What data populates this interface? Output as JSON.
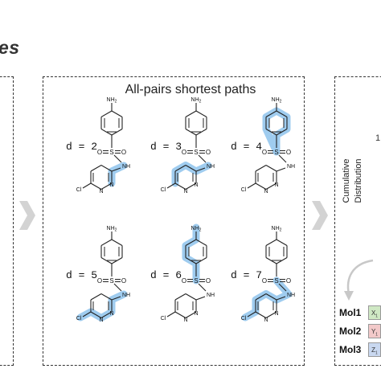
{
  "heading_fragment": "es",
  "panel_title": "All-pairs shortest paths",
  "molecule_atoms": {
    "amine": "NH",
    "amine_sub": "2",
    "sulfur": "S",
    "oxygen": "O",
    "linker_nh": "NH",
    "nitrogen": "N",
    "chlorine": "Cl"
  },
  "distance_panels": [
    {
      "label": "d = 2"
    },
    {
      "label": "d = 3"
    },
    {
      "label": "d = 4"
    },
    {
      "label": "d = 5"
    },
    {
      "label": "d = 6"
    },
    {
      "label": "d = 7"
    }
  ],
  "right_panel": {
    "y_axis_label": "Cumulative Distribution",
    "tick_partial": "1",
    "molecules": [
      {
        "name": "Mol1",
        "cell": "X",
        "cell_sub": "1",
        "color": "#cfe8c4"
      },
      {
        "name": "Mol2",
        "cell": "Y",
        "cell_sub": "1",
        "color": "#f2c9c9"
      },
      {
        "name": "Mol3",
        "cell": "Z",
        "cell_sub": "1",
        "color": "#c9d8f0"
      }
    ]
  },
  "colors": {
    "highlight": "#8ec3ec",
    "arrow": "#d0d0d0",
    "border": "#333333",
    "bond": "#222222"
  }
}
